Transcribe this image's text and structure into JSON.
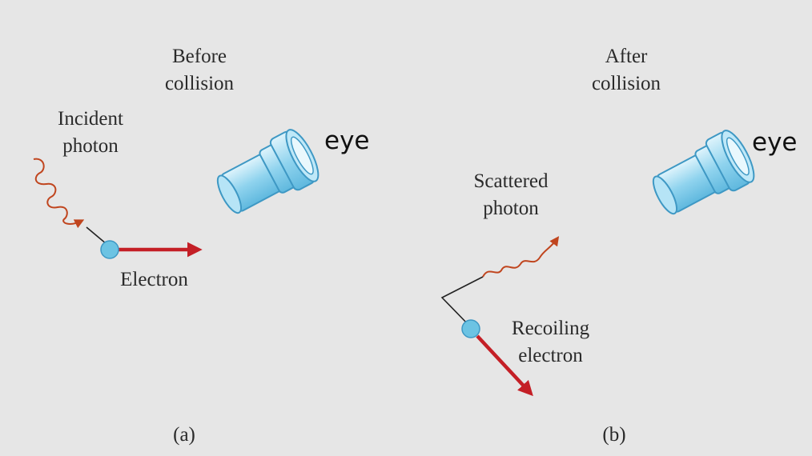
{
  "panel_a": {
    "heading_line1": "Before",
    "heading_line2": "collision",
    "incident_line1": "Incident",
    "incident_line2": "photon",
    "electron": "Electron",
    "eye": "eye",
    "caption": "(a)"
  },
  "panel_b": {
    "heading_line1": "After",
    "heading_line2": "collision",
    "scattered_line1": "Scattered",
    "scattered_line2": "photon",
    "recoil_line1": "Recoiling",
    "recoil_line2": "electron",
    "eye": "eye",
    "caption": "(b)"
  },
  "colors": {
    "background": "#e6e6e6",
    "photon": "#c0451e",
    "electron_arrow": "#c41f26",
    "electron_fill": "#6cc3e3",
    "detector": "#8fd3ee"
  }
}
